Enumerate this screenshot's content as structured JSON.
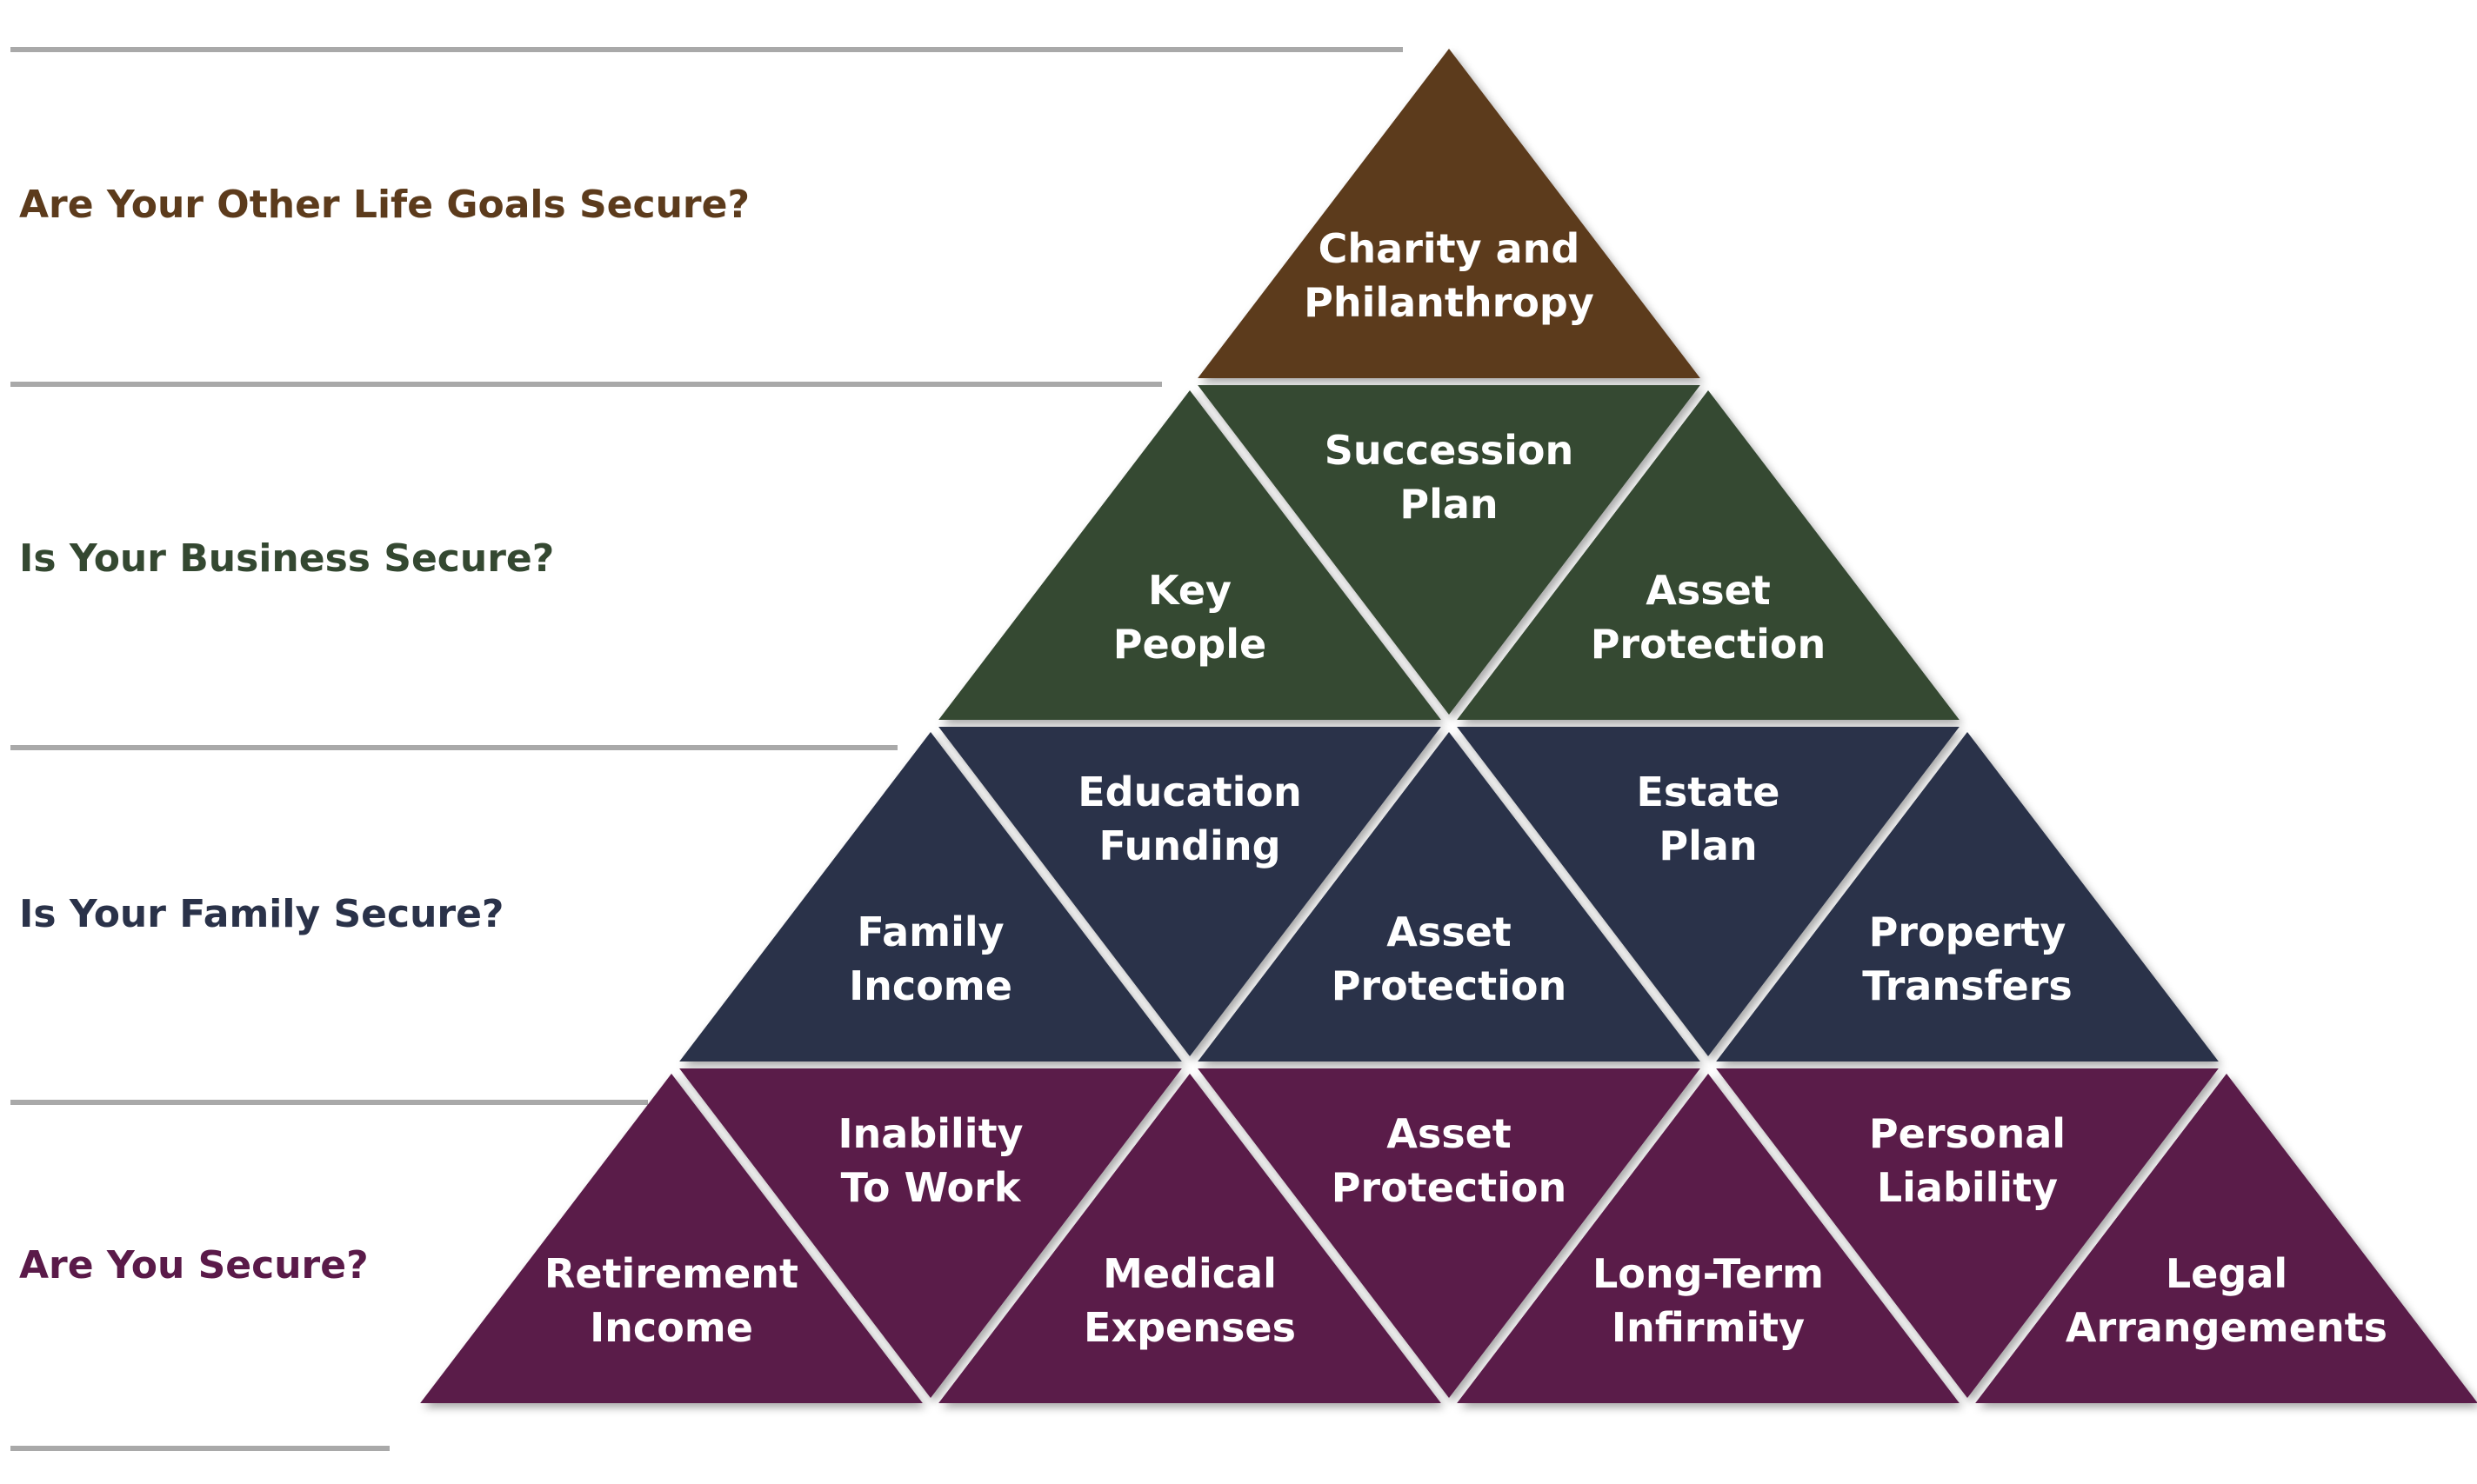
{
  "colors": {
    "row_goals": "#5c3b1c",
    "row_business": "#344831",
    "row_family": "#2a3249",
    "row_you": "#5a1a49",
    "line": "#a9a9a9",
    "text_on_tile": "#ffffff"
  },
  "rows": [
    {
      "key": "goals",
      "question": "Are Your Other Life Goals Secure?",
      "tiles": [
        {
          "lines": [
            "Charity and",
            "Philanthropy"
          ]
        }
      ]
    },
    {
      "key": "business",
      "question": "Is Your Business Secure?",
      "tiles": [
        {
          "lines": [
            "Key",
            "People"
          ]
        },
        {
          "lines": [
            "Succession",
            "Plan"
          ]
        },
        {
          "lines": [
            "Asset",
            "Protection"
          ]
        }
      ]
    },
    {
      "key": "family",
      "question": "Is Your Family Secure?",
      "tiles": [
        {
          "lines": [
            "Family",
            "Income"
          ]
        },
        {
          "lines": [
            "Education",
            "Funding"
          ]
        },
        {
          "lines": [
            "Asset",
            "Protection"
          ]
        },
        {
          "lines": [
            "Estate",
            "Plan"
          ]
        },
        {
          "lines": [
            "Property",
            "Transfers"
          ]
        }
      ]
    },
    {
      "key": "you",
      "question": "Are You Secure?",
      "tiles": [
        {
          "lines": [
            "Retirement",
            "Income"
          ]
        },
        {
          "lines": [
            "Inability",
            "To Work"
          ]
        },
        {
          "lines": [
            "Medical",
            "Expenses"
          ]
        },
        {
          "lines": [
            "Asset",
            "Protection"
          ]
        },
        {
          "lines": [
            "Long-Term",
            "Infirmity"
          ]
        },
        {
          "lines": [
            "Personal",
            "Liability"
          ]
        },
        {
          "lines": [
            "Legal",
            "Arrangements"
          ]
        }
      ]
    }
  ]
}
